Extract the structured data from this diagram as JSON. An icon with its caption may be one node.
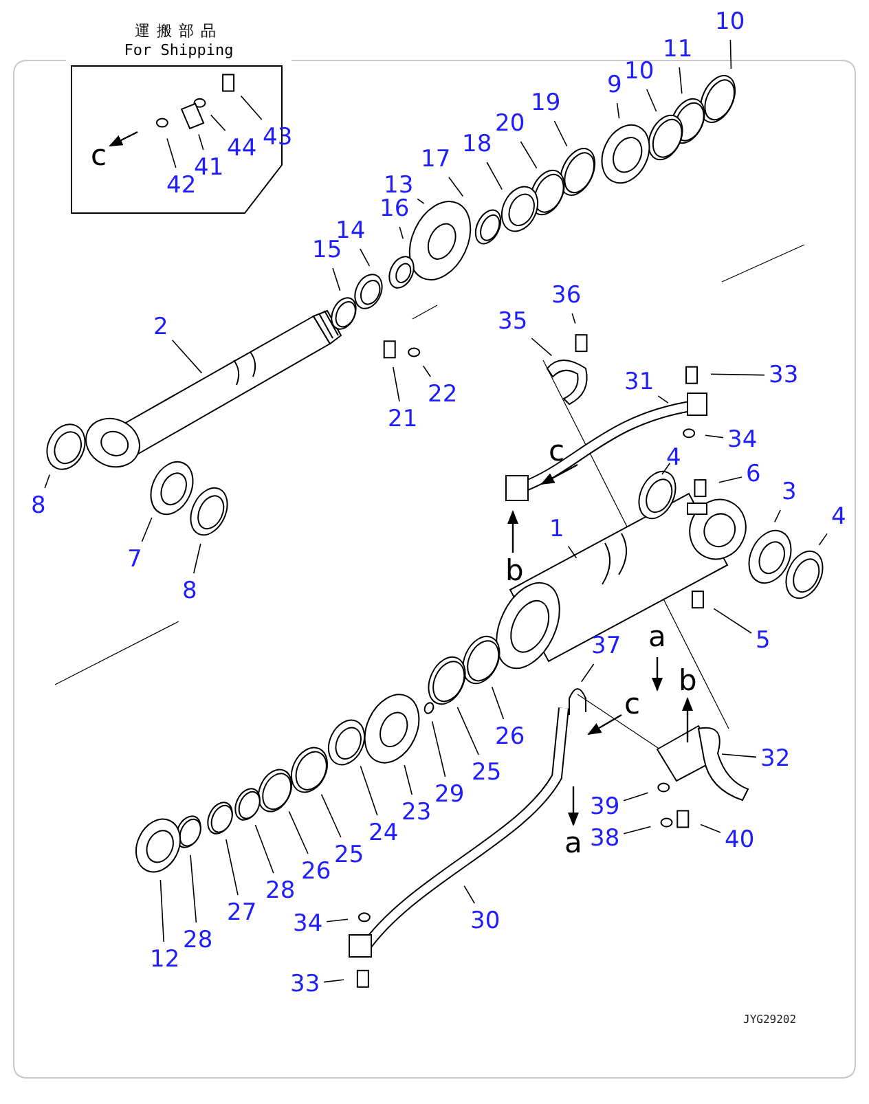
{
  "diagram": {
    "nodes": [
      {
        "text": [
          "運搬部品",
          "For Shipping"
        ]
      },
      {
        "text": [
          "43"
        ],
        "in": 0
      },
      {
        "text": [
          "44"
        ],
        "in": 0
      },
      {
        "text": [
          "41"
        ],
        "in": 0
      },
      {
        "text": [
          "42"
        ],
        "in": 0
      },
      {
        "text": [
          "10"
        ]
      },
      {
        "text": [
          "11"
        ]
      },
      {
        "text": [
          "10"
        ]
      },
      {
        "text": [
          "9"
        ]
      },
      {
        "text": [
          "19"
        ]
      },
      {
        "text": [
          "20"
        ]
      },
      {
        "text": [
          "18"
        ]
      },
      {
        "text": [
          "17"
        ]
      },
      {
        "text": [
          "13"
        ]
      },
      {
        "text": [
          "16"
        ]
      },
      {
        "text": [
          "14"
        ]
      },
      {
        "text": [
          "15"
        ]
      },
      {
        "text": [
          "36"
        ]
      },
      {
        "text": [
          "35"
        ]
      },
      {
        "text": [
          "2"
        ]
      },
      {
        "text": [
          "33"
        ]
      },
      {
        "text": [
          "31"
        ]
      },
      {
        "text": [
          "22"
        ]
      },
      {
        "text": [
          "21"
        ]
      },
      {
        "text": [
          "34"
        ]
      },
      {
        "text": [
          "4"
        ]
      },
      {
        "text": [
          "6"
        ]
      },
      {
        "text": [
          "8"
        ]
      },
      {
        "text": [
          "3"
        ]
      },
      {
        "text": [
          "1"
        ]
      },
      {
        "text": [
          "4"
        ]
      },
      {
        "text": [
          "7"
        ]
      },
      {
        "text": [
          "8"
        ]
      },
      {
        "text": [
          "5"
        ]
      },
      {
        "text": [
          "37"
        ]
      },
      {
        "text": [
          "26"
        ]
      },
      {
        "text": [
          "32"
        ]
      },
      {
        "text": [
          "25"
        ]
      },
      {
        "text": [
          "29"
        ]
      },
      {
        "text": [
          "39"
        ]
      },
      {
        "text": [
          "23"
        ]
      },
      {
        "text": [
          "24"
        ]
      },
      {
        "text": [
          "40"
        ]
      },
      {
        "text": [
          "38"
        ]
      },
      {
        "text": [
          "25"
        ]
      },
      {
        "text": [
          "26"
        ]
      },
      {
        "text": [
          "28"
        ]
      },
      {
        "text": [
          "27"
        ]
      },
      {
        "text": [
          "30"
        ]
      },
      {
        "text": [
          "34"
        ]
      },
      {
        "text": [
          "28"
        ]
      },
      {
        "text": [
          "12"
        ]
      },
      {
        "text": [
          "33"
        ]
      }
    ],
    "edges": [
      {
        "from": 1,
        "to": null,
        "arrow": "none"
      },
      {
        "from": 2,
        "to": null,
        "arrow": "none"
      },
      {
        "from": 3,
        "to": null,
        "arrow": "none"
      },
      {
        "from": 4,
        "to": null,
        "arrow": "none"
      },
      {
        "from": 5,
        "to": null,
        "arrow": "none"
      },
      {
        "from": 6,
        "to": null,
        "arrow": "none"
      },
      {
        "from": 7,
        "to": null,
        "arrow": "none"
      },
      {
        "from": 8,
        "to": null,
        "arrow": "none"
      },
      {
        "from": 9,
        "to": null,
        "arrow": "none"
      },
      {
        "from": 10,
        "to": null,
        "arrow": "none"
      },
      {
        "from": 11,
        "to": null,
        "arrow": "none"
      },
      {
        "from": 12,
        "to": null,
        "arrow": "none"
      },
      {
        "from": 13,
        "to": null,
        "arrow": "none"
      },
      {
        "from": 14,
        "to": null,
        "arrow": "none"
      },
      {
        "from": 15,
        "to": null,
        "arrow": "none"
      },
      {
        "from": 16,
        "to": null,
        "arrow": "none"
      },
      {
        "from": 17,
        "to": null,
        "arrow": "none"
      },
      {
        "from": 18,
        "to": null,
        "arrow": "none"
      },
      {
        "from": 19,
        "to": null,
        "arrow": "none"
      },
      {
        "from": 20,
        "to": null,
        "arrow": "none"
      },
      {
        "from": 21,
        "to": null,
        "arrow": "none"
      },
      {
        "from": 22,
        "to": null,
        "arrow": "none"
      },
      {
        "from": 23,
        "to": null,
        "arrow": "none"
      },
      {
        "from": 24,
        "to": null,
        "arrow": "none"
      },
      {
        "from": 25,
        "to": null,
        "arrow": "none"
      },
      {
        "from": 26,
        "to": null,
        "arrow": "none"
      },
      {
        "from": 27,
        "to": null,
        "arrow": "none"
      },
      {
        "from": 28,
        "to": null,
        "arrow": "none"
      },
      {
        "from": 29,
        "to": null,
        "arrow": "none"
      },
      {
        "from": 30,
        "to": null,
        "arrow": "none"
      },
      {
        "from": 31,
        "to": null,
        "arrow": "none"
      },
      {
        "from": 32,
        "to": null,
        "arrow": "none"
      },
      {
        "from": 33,
        "to": null,
        "arrow": "none"
      },
      {
        "from": 34,
        "to": null,
        "arrow": "none"
      },
      {
        "from": 35,
        "to": null,
        "arrow": "none"
      },
      {
        "from": 36,
        "to": null,
        "arrow": "none"
      },
      {
        "from": 37,
        "to": null,
        "arrow": "none"
      },
      {
        "from": 38,
        "to": null,
        "arrow": "none"
      },
      {
        "from": 39,
        "to": null,
        "arrow": "none"
      },
      {
        "from": 40,
        "to": null,
        "arrow": "none"
      },
      {
        "from": 41,
        "to": null,
        "arrow": "none"
      },
      {
        "from": 42,
        "to": null,
        "arrow": "none"
      },
      {
        "from": 43,
        "to": null,
        "arrow": "none"
      },
      {
        "from": 44,
        "to": null,
        "arrow": "none"
      },
      {
        "from": 45,
        "to": null,
        "arrow": "none"
      },
      {
        "from": 46,
        "to": null,
        "arrow": "none"
      },
      {
        "from": 47,
        "to": null,
        "arrow": "none"
      },
      {
        "from": 48,
        "to": null,
        "arrow": "none"
      },
      {
        "from": 49,
        "to": null,
        "arrow": "none"
      },
      {
        "from": 50,
        "to": null,
        "arrow": "none"
      },
      {
        "from": 51,
        "to": null,
        "arrow": "none"
      },
      {
        "from": 52,
        "to": null,
        "arrow": "none"
      }
    ],
    "labels": [
      "c",
      "c",
      "b",
      "a",
      "b",
      "c",
      "a",
      "JYG29202"
    ]
  }
}
